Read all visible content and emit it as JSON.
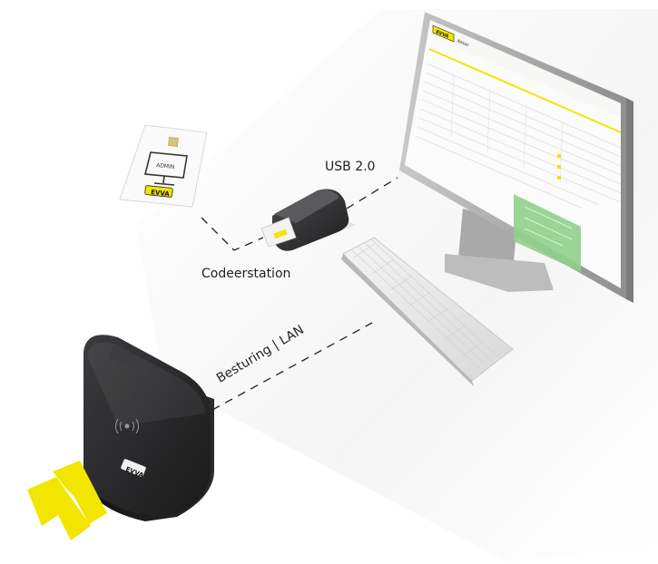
{
  "labels": {
    "usb": "USB 2.0",
    "coder_station": "Codeerstation",
    "lan": "Besturing | LAN"
  },
  "card": {
    "screen_text": "ADMIN",
    "logo_text": "EVVA"
  },
  "monitor": {
    "logo_text": "EVVA",
    "product_text": "Xesar"
  },
  "control_unit": {
    "logo_text": "EVVA"
  },
  "colors": {
    "brand_yellow": "#f2e500",
    "device_dark": "#2a2a2c",
    "connector_line": "#222222",
    "screen_green": "#8fd08a"
  }
}
